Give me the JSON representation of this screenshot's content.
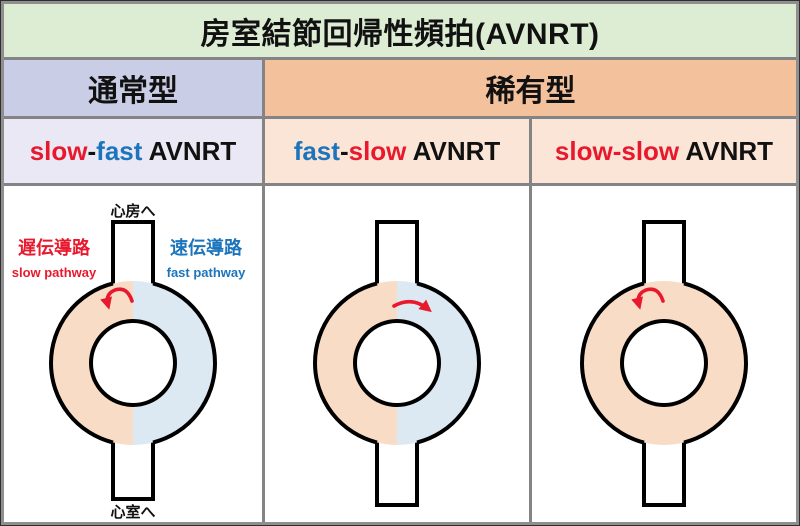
{
  "title": "房室結節回帰性頻拍(AVNRT)",
  "headers": {
    "common": "通常型",
    "rare": "稀有型"
  },
  "subtypes": [
    {
      "name": "slow-fast AVNRT",
      "parts": [
        {
          "t": "slow",
          "c": "red"
        },
        {
          "t": "-",
          "c": "black"
        },
        {
          "t": "fast",
          "c": "blue"
        },
        {
          "t": " AVNRT",
          "c": "black"
        }
      ]
    },
    {
      "name": "fast-slow AVNRT",
      "parts": [
        {
          "t": "fast",
          "c": "blue"
        },
        {
          "t": "-",
          "c": "black"
        },
        {
          "t": "slow",
          "c": "red"
        },
        {
          "t": " AVNRT",
          "c": "black"
        }
      ]
    },
    {
      "name": "slow-slow AVNRT",
      "parts": [
        {
          "t": "slow-slow",
          "c": "red"
        },
        {
          "t": " AVNRT",
          "c": "black"
        }
      ]
    }
  ],
  "colors": {
    "red": "#e8192d",
    "blue": "#1c75bc",
    "black": "#111111",
    "slow_fill": "#f8dcc6",
    "fast_fill": "#dce8f2",
    "title_bg": "#ddedd3",
    "common_bg": "#c9cde6",
    "rare_bg": "#f4c19d",
    "slow_fast_bg": "#e9e8f4",
    "rare_subtype_bg": "#fbe5d7",
    "outline": "#000000",
    "grid_line": "#848484"
  },
  "diagrams": [
    {
      "name": "slow-fast",
      "left_fill": "slow_fill",
      "right_fill": "fast_fill",
      "arrow": "ccw",
      "labels": {
        "top": "心房へ",
        "bottom": "心室へ",
        "left_jp": "遅伝導路",
        "left_en": "slow pathway",
        "right_jp": "速伝導路",
        "right_en": "fast pathway"
      }
    },
    {
      "name": "fast-slow",
      "left_fill": "slow_fill",
      "right_fill": "fast_fill",
      "arrow": "cw"
    },
    {
      "name": "slow-slow",
      "left_fill": "slow_fill",
      "right_fill": "slow_fill",
      "arrow": "ccw"
    }
  ]
}
